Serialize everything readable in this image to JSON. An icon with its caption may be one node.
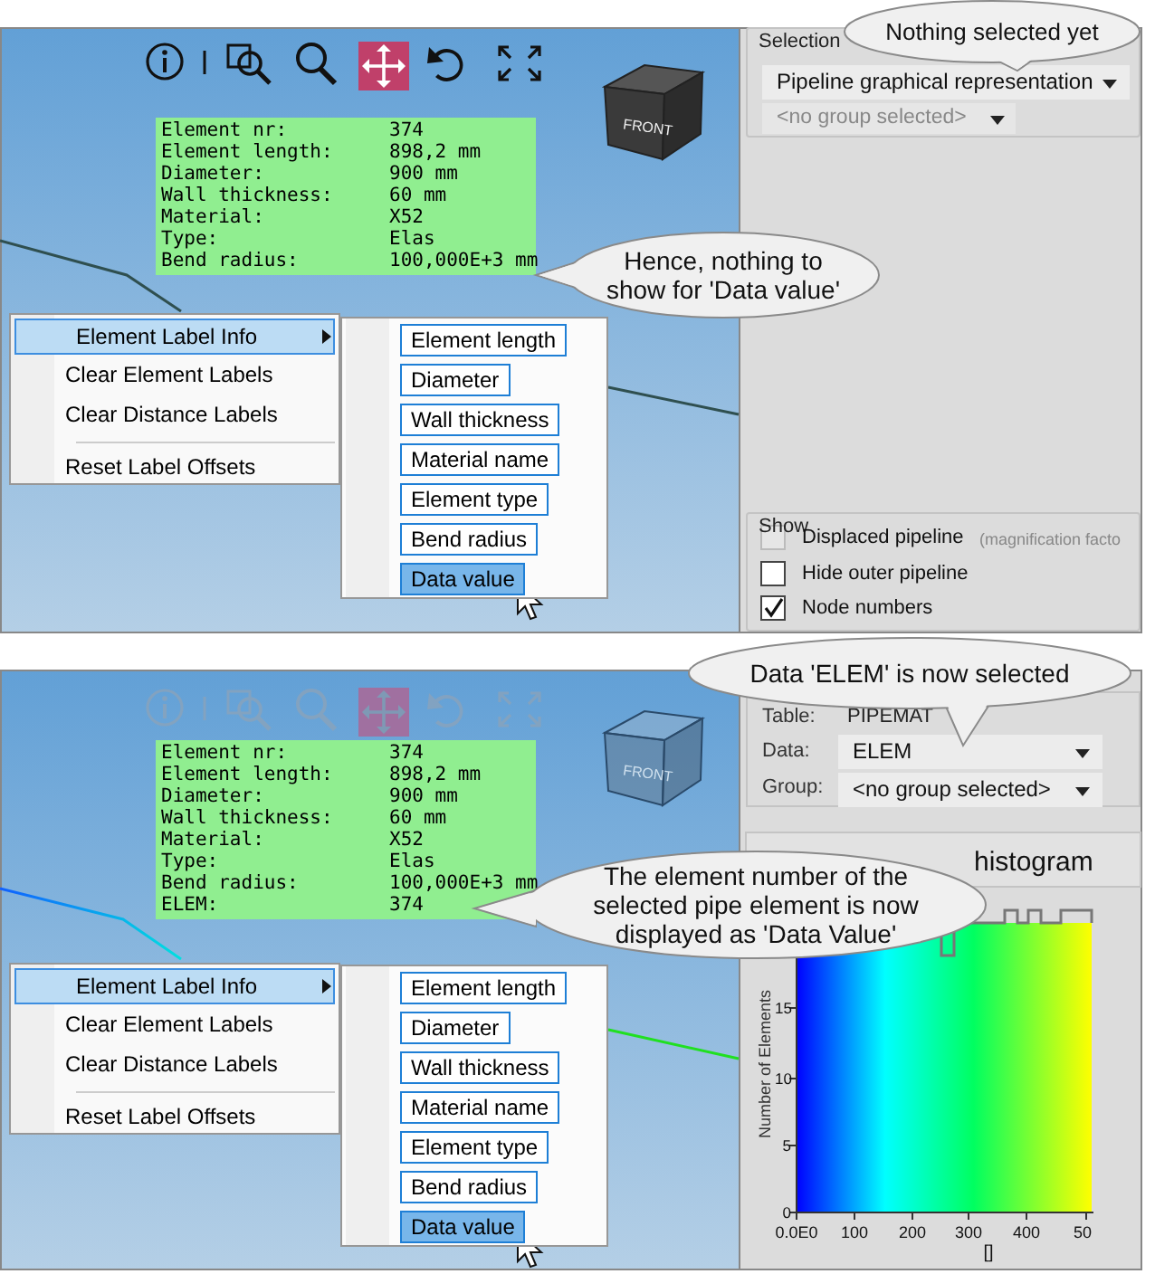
{
  "diagram": {
    "nodes": [
      {
        "text": [
          "Nothing selected yet"
        ]
      },
      {
        "text": [
          "Element nr:",
          "374",
          "Element length:",
          "898,2 mm",
          "Diameter:",
          "900 mm",
          "Wall thickness:",
          "60 mm",
          "Material:",
          "X52",
          "Type:",
          "Elas",
          "Bend radius:",
          "100,000E+3 mm"
        ]
      },
      {
        "text": [
          "Hence, nothing to show for 'Data value'"
        ]
      },
      {
        "text": [
          "Element Label Info",
          "Clear Element Labels",
          "Clear Distance Labels",
          "Reset Label Offsets"
        ]
      },
      {
        "text": [],
        "shape": "box"
      },
      {
        "text": [
          "Element length"
        ],
        "in": 4
      },
      {
        "text": [
          "Diameter"
        ],
        "in": 4
      },
      {
        "text": [
          "Wall thickness"
        ],
        "in": 4
      },
      {
        "text": [
          "Material name"
        ],
        "in": 4
      },
      {
        "text": [
          "Element type"
        ],
        "in": 4
      },
      {
        "text": [
          "Bend radius"
        ],
        "in": 4
      },
      {
        "text": [
          "Data value"
        ],
        "in": 4
      },
      {
        "text": [
          "Selection"
        ]
      },
      {
        "text": [
          "Pipeline graphical representation"
        ],
        "in": 12
      },
      {
        "text": [
          "<no group selected>"
        ],
        "in": 12
      },
      {
        "text": [
          "Show"
        ]
      },
      {
        "text": [
          "Data 'ELEM' is now selected"
        ]
      },
      {
        "text": [
          "Element nr:",
          "374",
          "Element length:",
          "898,2 mm",
          "Diameter:",
          "900 mm",
          "Wall thickness:",
          "60 mm",
          "Material:",
          "X52",
          "Type:",
          "Elas",
          "Bend radius:",
          "100,000E+3 mm",
          "ELEM:",
          "374"
        ]
      },
      {
        "text": [
          "The element number of the selected pipe element is now displayed as 'Data Value'"
        ]
      },
      {
        "text": [
          "Element Label Info",
          "Clear Element Labels",
          "Clear Distance Labels",
          "Reset Label Offsets"
        ]
      },
      {
        "text": [],
        "shape": "box"
      },
      {
        "text": [
          "Element length"
        ],
        "in": 20
      },
      {
        "text": [
          "Diameter"
        ],
        "in": 20
      },
      {
        "text": [
          "Wall thickness"
        ],
        "in": 20
      },
      {
        "text": [
          "Material name"
        ],
        "in": 20
      },
      {
        "text": [
          "Element type"
        ],
        "in": 20
      },
      {
        "text": [
          "Bend radius"
        ],
        "in": 20
      },
      {
        "text": [
          "Data value"
        ],
        "in": 20
      },
      {
        "text": [
          "ELEM"
        ]
      },
      {
        "text": [
          "<no group selected>"
        ]
      }
    ],
    "labels": [
      "FRONT",
      "Displaced pipeline",
      "(magnification facto",
      "Hide outer pipeline",
      "Node numbers",
      "FRONT",
      "Table:",
      "PIPEMAT",
      "Data:",
      "Group:",
      "histogram",
      "Number of Elements",
      "15",
      "10",
      "5",
      "0",
      "0.0E0",
      "100",
      "200",
      "300",
      "400",
      "50",
      "[]"
    ]
  }
}
